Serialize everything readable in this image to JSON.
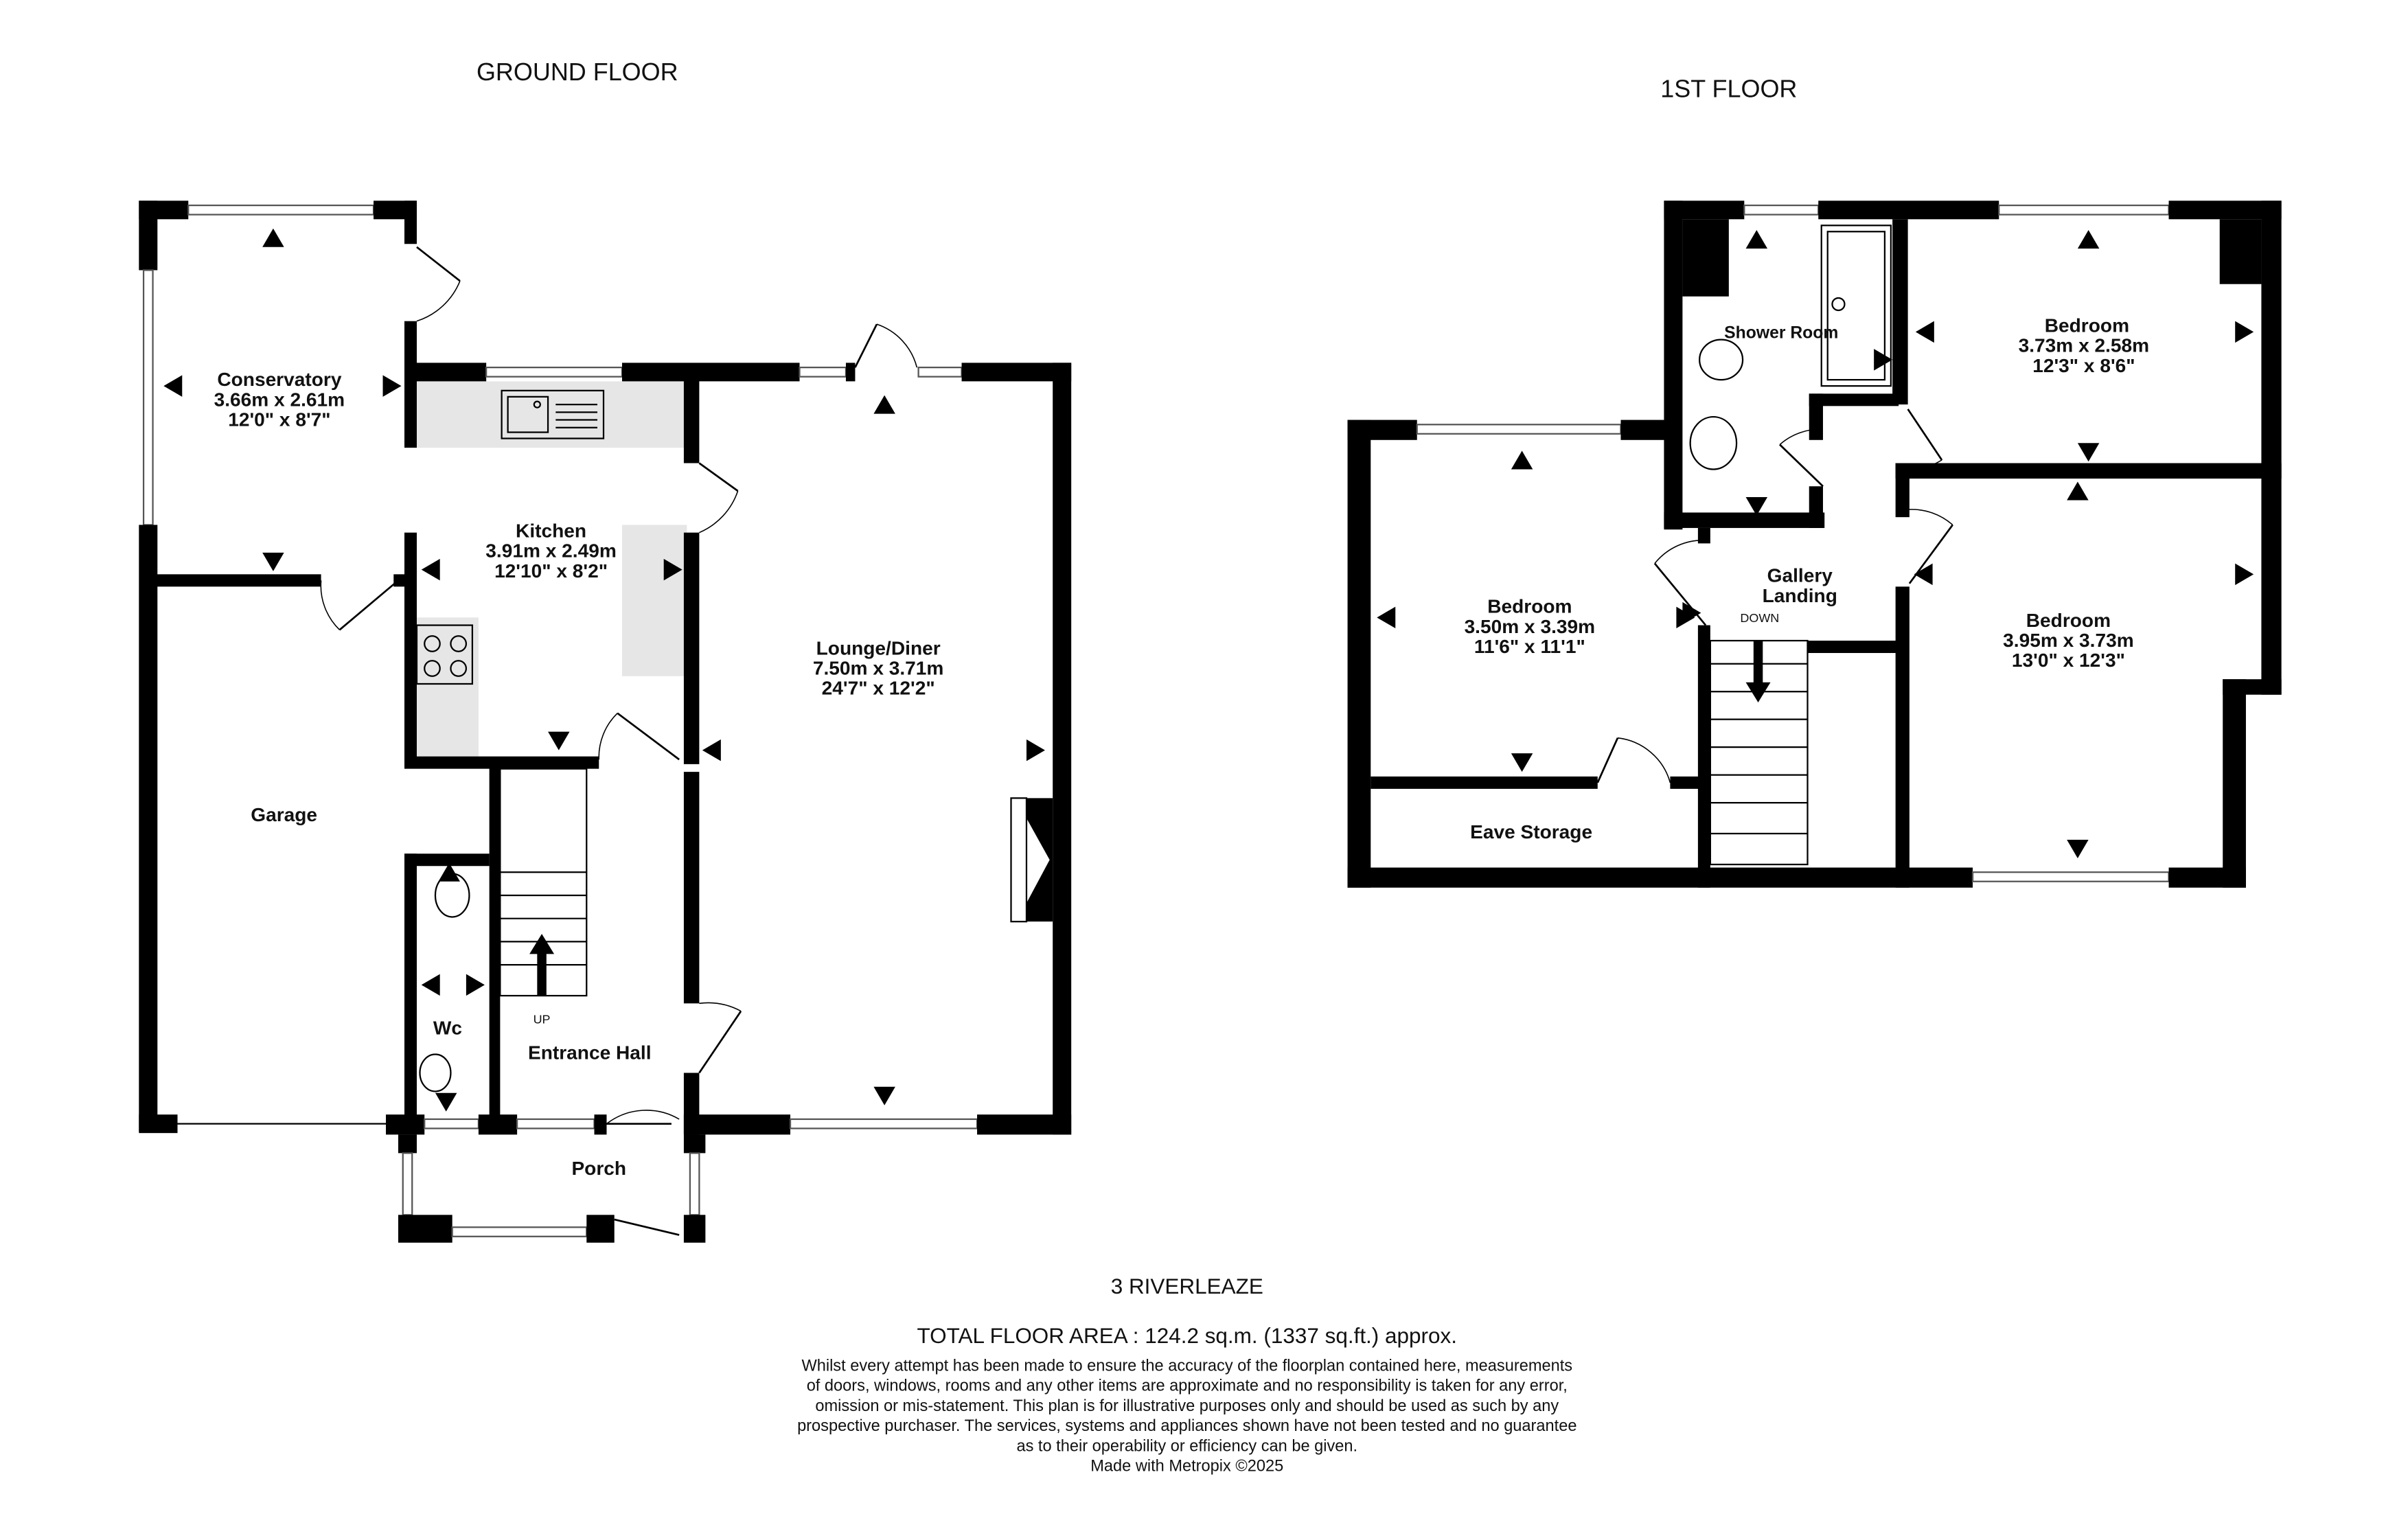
{
  "ground_floor": {
    "title": "GROUND FLOOR",
    "rooms": {
      "conservatory": {
        "name": "Conservatory",
        "metric": "3.66m  x 2.61m",
        "imperial": "12'0\"  x 8'7\""
      },
      "kitchen": {
        "name": "Kitchen",
        "metric": "3.91m  x 2.49m",
        "imperial": "12'10\"  x 8'2\""
      },
      "lounge": {
        "name": "Lounge/Diner",
        "metric": "7.50m  x 3.71m",
        "imperial": "24'7\"  x 12'2\""
      },
      "garage": {
        "name": "Garage"
      },
      "wc": {
        "name": "Wc"
      },
      "entrance_hall": {
        "name": "Entrance Hall"
      },
      "porch": {
        "name": "Porch"
      }
    },
    "stairs_label": "UP"
  },
  "first_floor": {
    "title": "1ST FLOOR",
    "rooms": {
      "shower_room": {
        "name": "Shower Room"
      },
      "bedroom_front": {
        "name": "Bedroom",
        "metric": "3.73m  x 2.58m",
        "imperial": "12'3\"  x 8'6\""
      },
      "bedroom_left": {
        "name": "Bedroom",
        "metric": "3.50m  x 3.39m",
        "imperial": "11'6\"  x 11'1\""
      },
      "bedroom_rear": {
        "name": "Bedroom",
        "metric": "3.95m  x 3.73m",
        "imperial": "13'0\"  x 12'3\""
      },
      "gallery_landing": {
        "name_line1": "Gallery",
        "name_line2": "Landing"
      },
      "eave_storage": {
        "name": "Eave Storage"
      }
    },
    "stairs_label": "DOWN"
  },
  "footer": {
    "address": "3 RIVERLEAZE",
    "total_area": "TOTAL FLOOR AREA : 124.2 sq.m. (1337 sq.ft.) approx.",
    "disclaimer": [
      "Whilst every attempt has been made to ensure the accuracy of the floorplan contained here, measurements",
      "of doors, windows, rooms and any other items are approximate and no responsibility is taken for any error,",
      "omission or mis-statement. This plan is for illustrative purposes only and should be used as such by any",
      "prospective purchaser. The services, systems and appliances shown have not been tested and no guarantee",
      "as to their operability or efficiency can be given."
    ],
    "credit": "Made with Metropix ©2025"
  }
}
